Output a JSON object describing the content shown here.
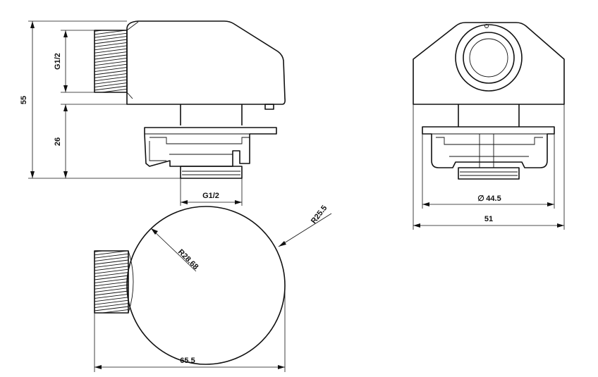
{
  "side_view": {
    "dim_total_height": "55",
    "dim_lower_height": "26",
    "dim_inlet_thread": "G1/2",
    "dim_outlet_thread": "G1/2"
  },
  "front_view": {
    "dim_flange_diameter": "44.5",
    "diameter_symbol": "∅",
    "dim_width": "51"
  },
  "top_view": {
    "dim_outer_radius": "R25.5",
    "dim_inner_radius": "R28.68",
    "dim_length": "65.5"
  }
}
